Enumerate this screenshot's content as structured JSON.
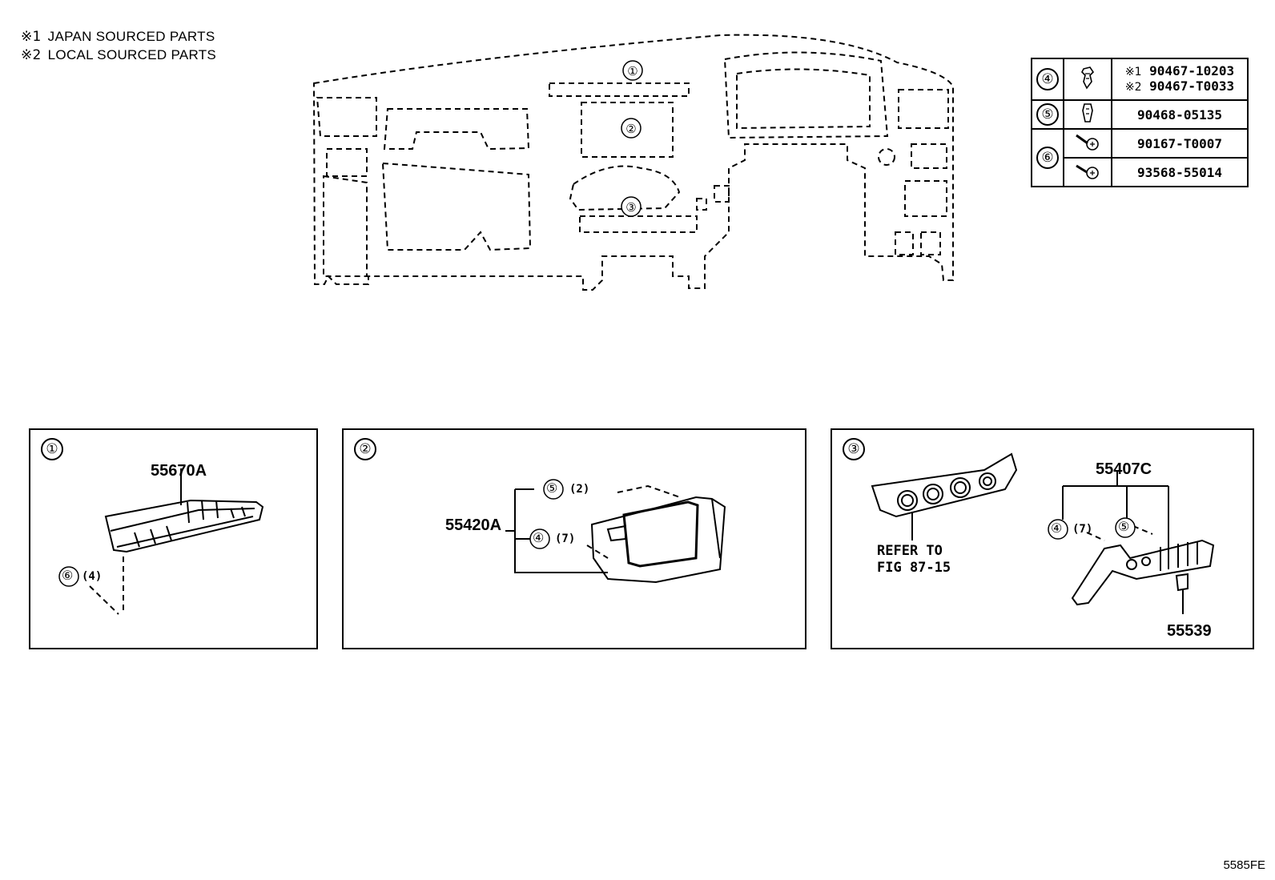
{
  "legend": [
    {
      "mark": "※1",
      "text": "JAPAN SOURCED PARTS"
    },
    {
      "mark": "※2",
      "text": "LOCAL SOURCED PARTS"
    }
  ],
  "callouts": [
    "①",
    "②",
    "③",
    "④",
    "⑤",
    "⑥"
  ],
  "parts_table": {
    "row4": {
      "ref": "④",
      "lines": [
        {
          "mark": "※1",
          "pn": "90467-10203"
        },
        {
          "mark": "※2",
          "pn": "90467-T0033"
        }
      ]
    },
    "row5": {
      "ref": "⑤",
      "pn": "90468-05135"
    },
    "row6": {
      "ref": "⑥",
      "pn_a": "90167-T0007",
      "pn_b": "93568-55014"
    }
  },
  "panel1": {
    "ref": "①",
    "part": "55670A",
    "fastener_ref": "⑥",
    "fastener_qty": "(4)"
  },
  "panel2": {
    "ref": "②",
    "part": "55420A",
    "clip_ref": "⑤",
    "clip_qty": "(2)",
    "bolt_ref": "④",
    "bolt_qty": "(7)"
  },
  "panel3": {
    "ref": "③",
    "refer_line1": "REFER TO",
    "refer_line2": "FIG 87-15",
    "part_a": "55407C",
    "bolt_ref": "④",
    "bolt_qty": "(7)",
    "clip_ref": "⑤",
    "part_b": "55539"
  },
  "figure_code": "5585FE"
}
